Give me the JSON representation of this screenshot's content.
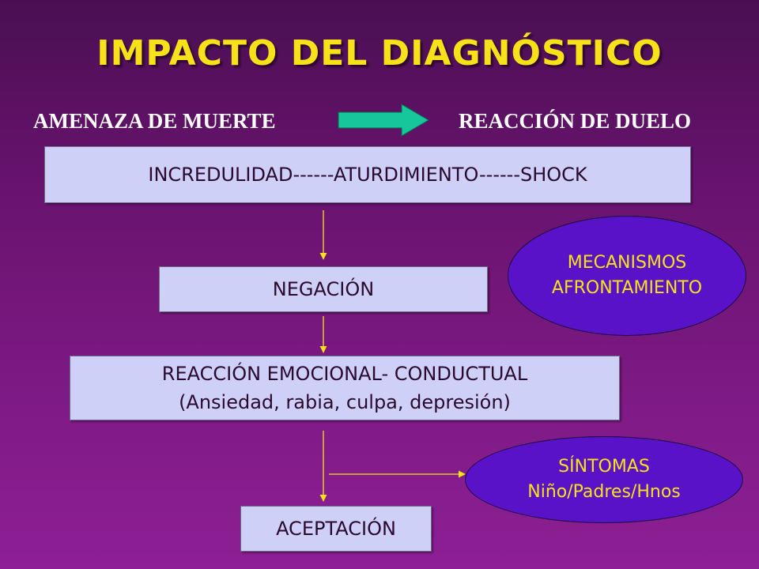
{
  "title": "IMPACTO DEL DIAGNÓSTICO",
  "flow_header": {
    "left": "AMENAZA DE MUERTE",
    "right": "REACCIÓN DE DUELO",
    "arrow_color": "#16c79b"
  },
  "boxes": {
    "stage1": "INCREDULIDAD------ATURDIMIENTO------SHOCK",
    "stage2": "NEGACIÓN",
    "stage3_line1": "REACCIÓN EMOCIONAL- CONDUCTUAL",
    "stage3_line2": "(Ansiedad, rabia, culpa, depresión)",
    "stage4": "ACEPTACIÓN"
  },
  "ellipses": {
    "mecanismos_line1": "MECANISMOS",
    "mecanismos_line2": "AFRONTAMIENTO",
    "sintomas_line1": "SÍNTOMAS",
    "sintomas_line2": "Niño/Padres/Hnos"
  },
  "colors": {
    "title": "#f7e21a",
    "box_fill": "#cfd0f7",
    "ellipse_fill": "#5a12c9",
    "connector": "#f7e21a"
  }
}
